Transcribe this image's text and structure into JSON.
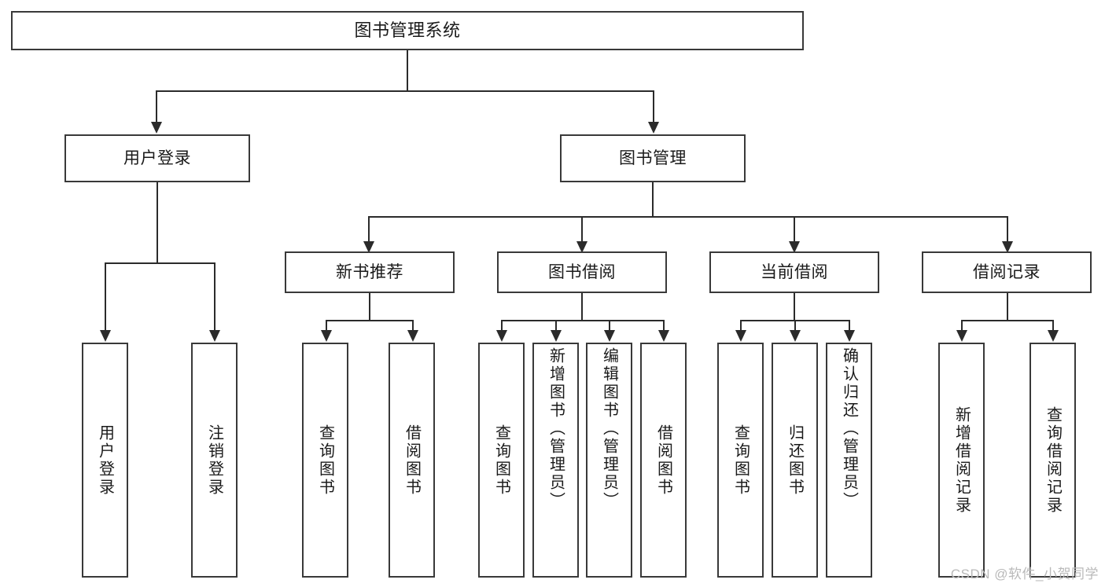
{
  "diagram": {
    "title": "图书管理系统",
    "type": "tree-hierarchy-functional-structure",
    "root": {
      "label": "图书管理系统"
    },
    "level2": [
      {
        "label": "用户登录"
      },
      {
        "label": "图书管理"
      }
    ],
    "level3": [
      {
        "label": "新书推荐"
      },
      {
        "label": "图书借阅"
      },
      {
        "label": "当前借阅"
      },
      {
        "label": "借阅记录"
      }
    ],
    "leaves": {
      "user_login": [
        {
          "label": "用户登录"
        },
        {
          "label": "注销登录"
        }
      ],
      "new_book_recommend": [
        {
          "label": "查询图书"
        },
        {
          "label": "借阅图书"
        }
      ],
      "book_borrow": [
        {
          "label": "查询图书"
        },
        {
          "label": "新增图书（管理员）"
        },
        {
          "label": "编辑图书（管理员）"
        },
        {
          "label": "借阅图书"
        }
      ],
      "current_borrow": [
        {
          "label": "查询图书"
        },
        {
          "label": "归还图书"
        },
        {
          "label": "确认归还（管理员）"
        }
      ],
      "borrow_record": [
        {
          "label": "新增借阅记录"
        },
        {
          "label": "查询借阅记录"
        }
      ]
    }
  },
  "watermark": {
    "text": "CSDN @软件_小贺同学"
  },
  "colors": {
    "box_border": "#393939",
    "line": "#2b2b2b",
    "text": "#1a1a1a",
    "background": "#ffffff",
    "watermark": "#b9b9b9"
  }
}
